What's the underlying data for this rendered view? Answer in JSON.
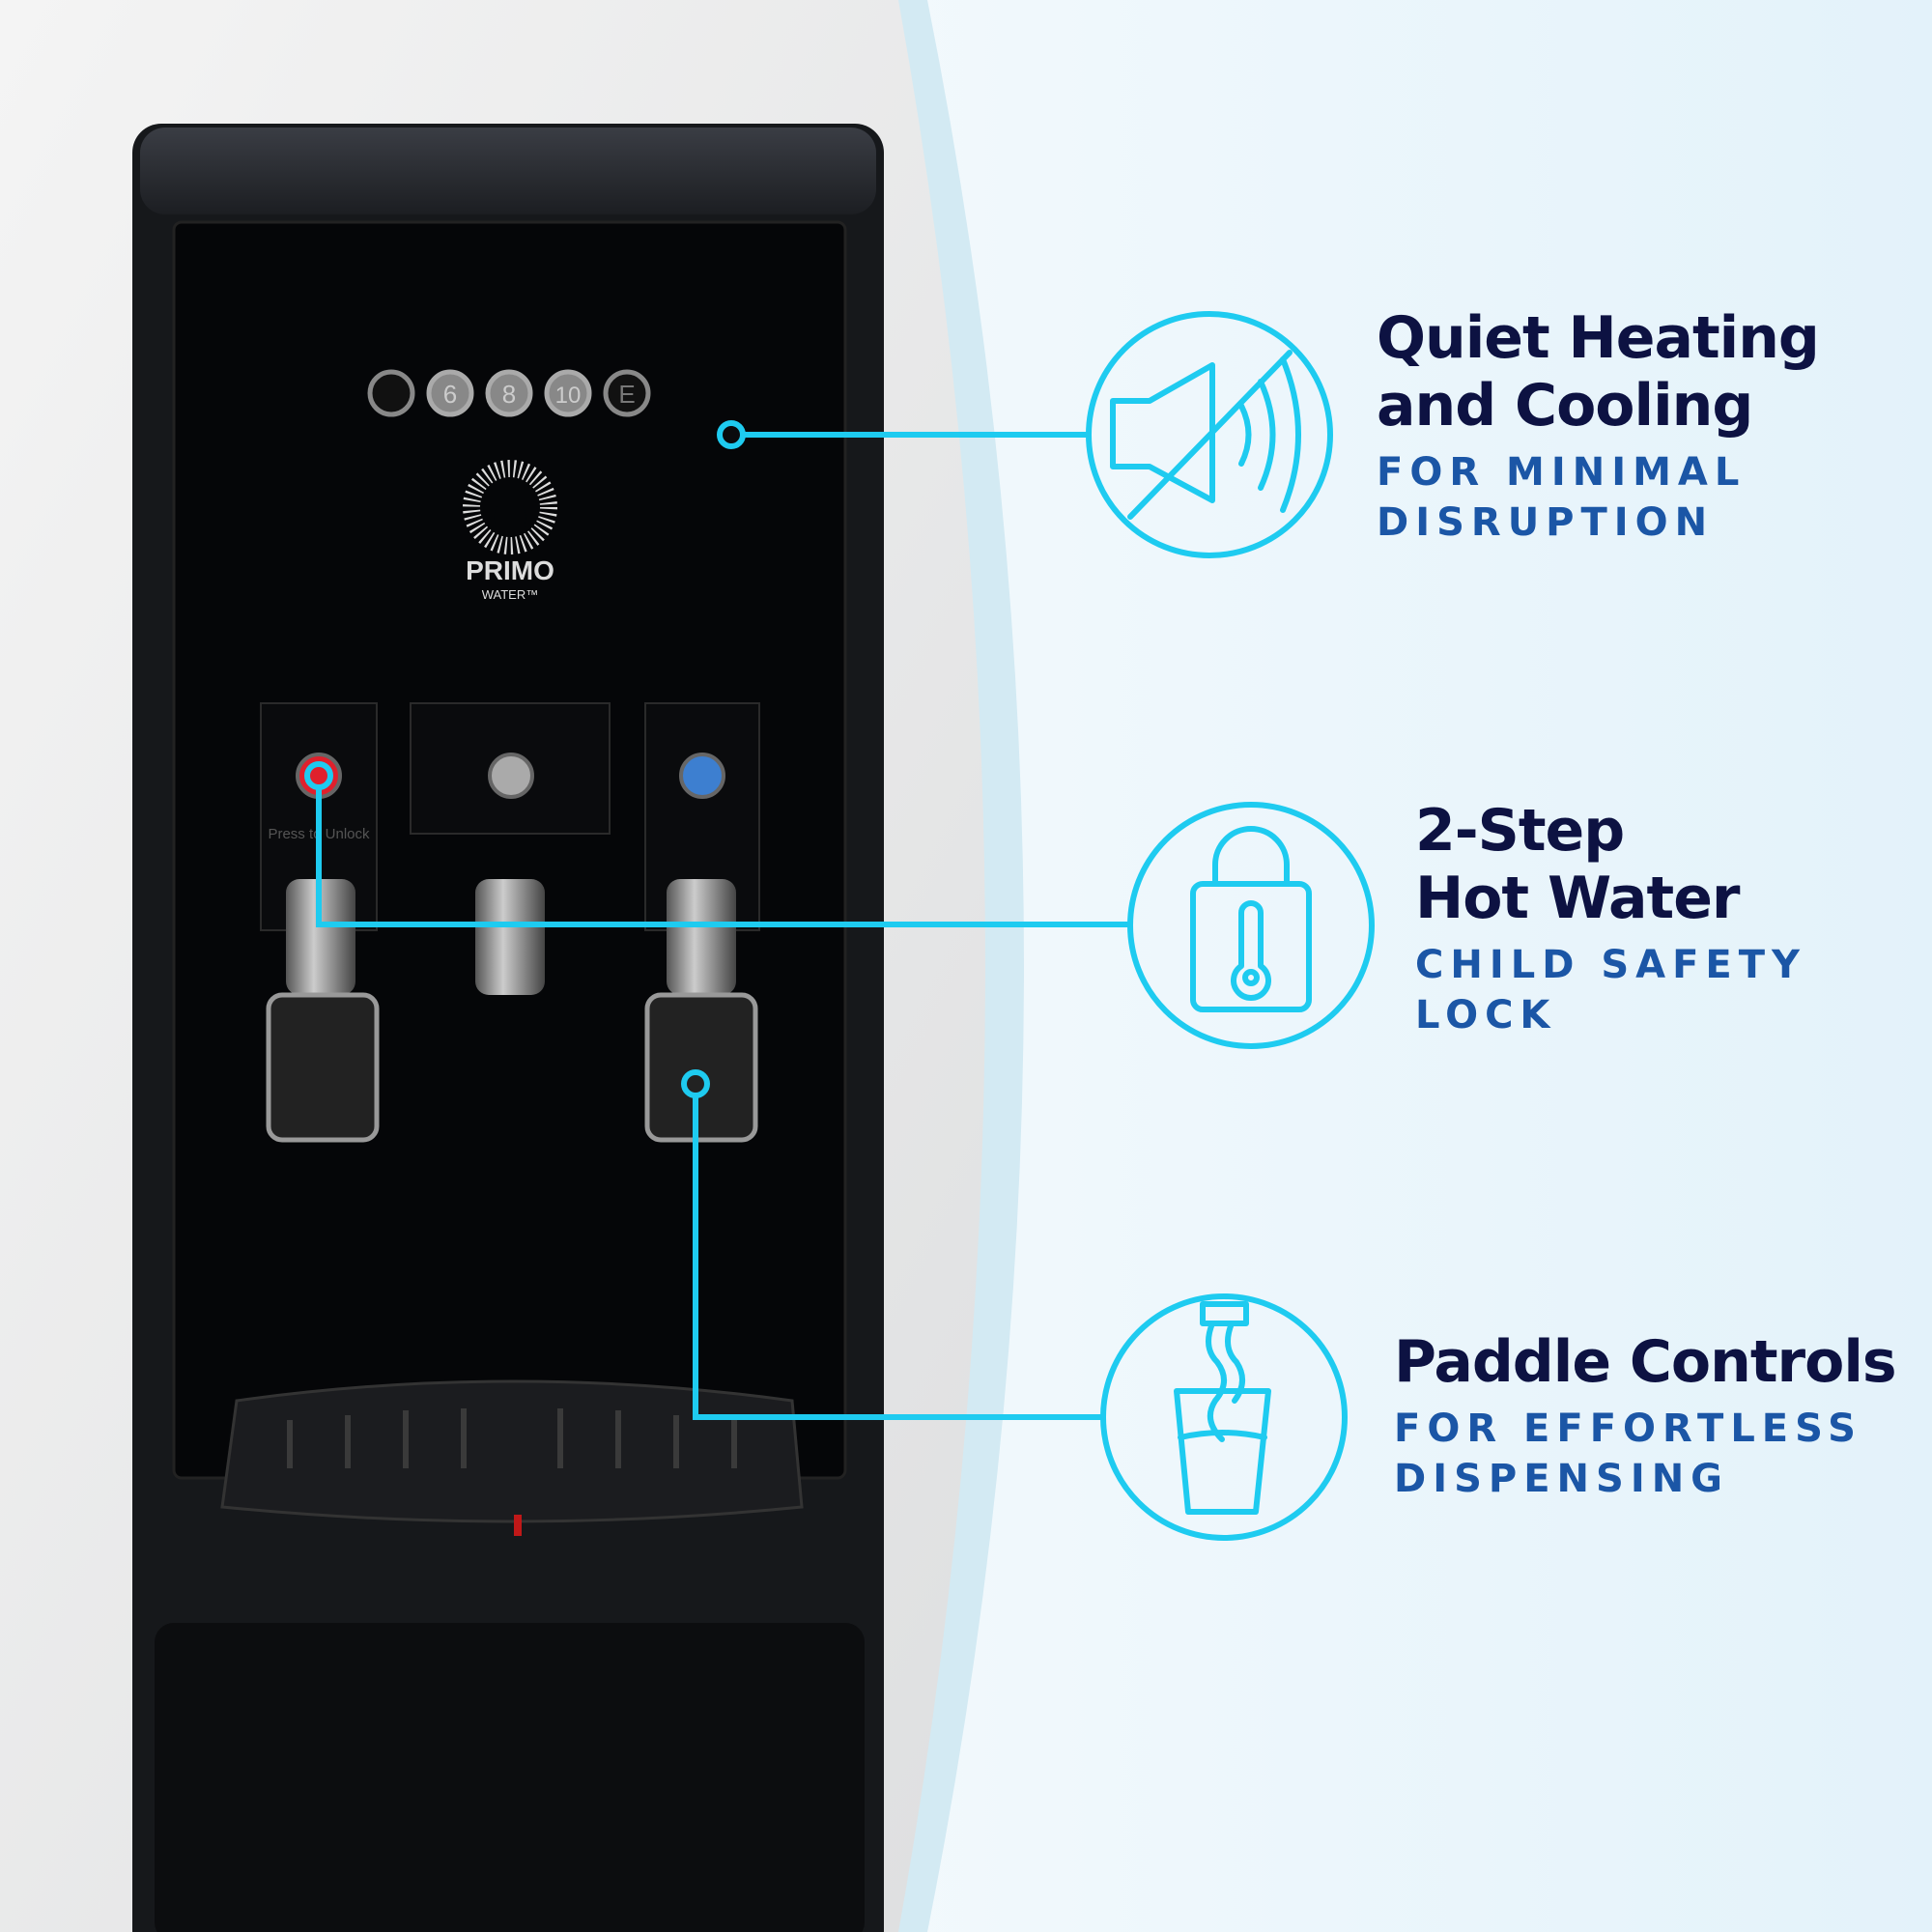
{
  "product": {
    "brand": "PRIMO",
    "brand_sub": "WATER™",
    "panel_buttons": [
      "",
      "6",
      "8",
      "10",
      "E"
    ],
    "lock_label": "Press to Unlock"
  },
  "features": [
    {
      "title_1": "Quiet Heating",
      "title_2": "and Cooling",
      "sub_1": "FOR MINIMAL",
      "sub_2": "DISRUPTION",
      "icon": "muted-speaker-icon"
    },
    {
      "title_1": "2-Step",
      "title_2": "Hot Water",
      "sub_1": "CHILD SAFETY",
      "sub_2": "LOCK",
      "icon": "padlock-thermometer-icon"
    },
    {
      "title_1": "Paddle Controls",
      "title_2": "",
      "sub_1": "FOR EFFORTLESS",
      "sub_2": "DISPENSING",
      "icon": "glass-pour-icon"
    }
  ],
  "colors": {
    "accent": "#1ecbf0",
    "title": "#0d1242",
    "subtitle": "#1b56a6",
    "hot": "#e0202c",
    "cold": "#3d7fd0"
  }
}
